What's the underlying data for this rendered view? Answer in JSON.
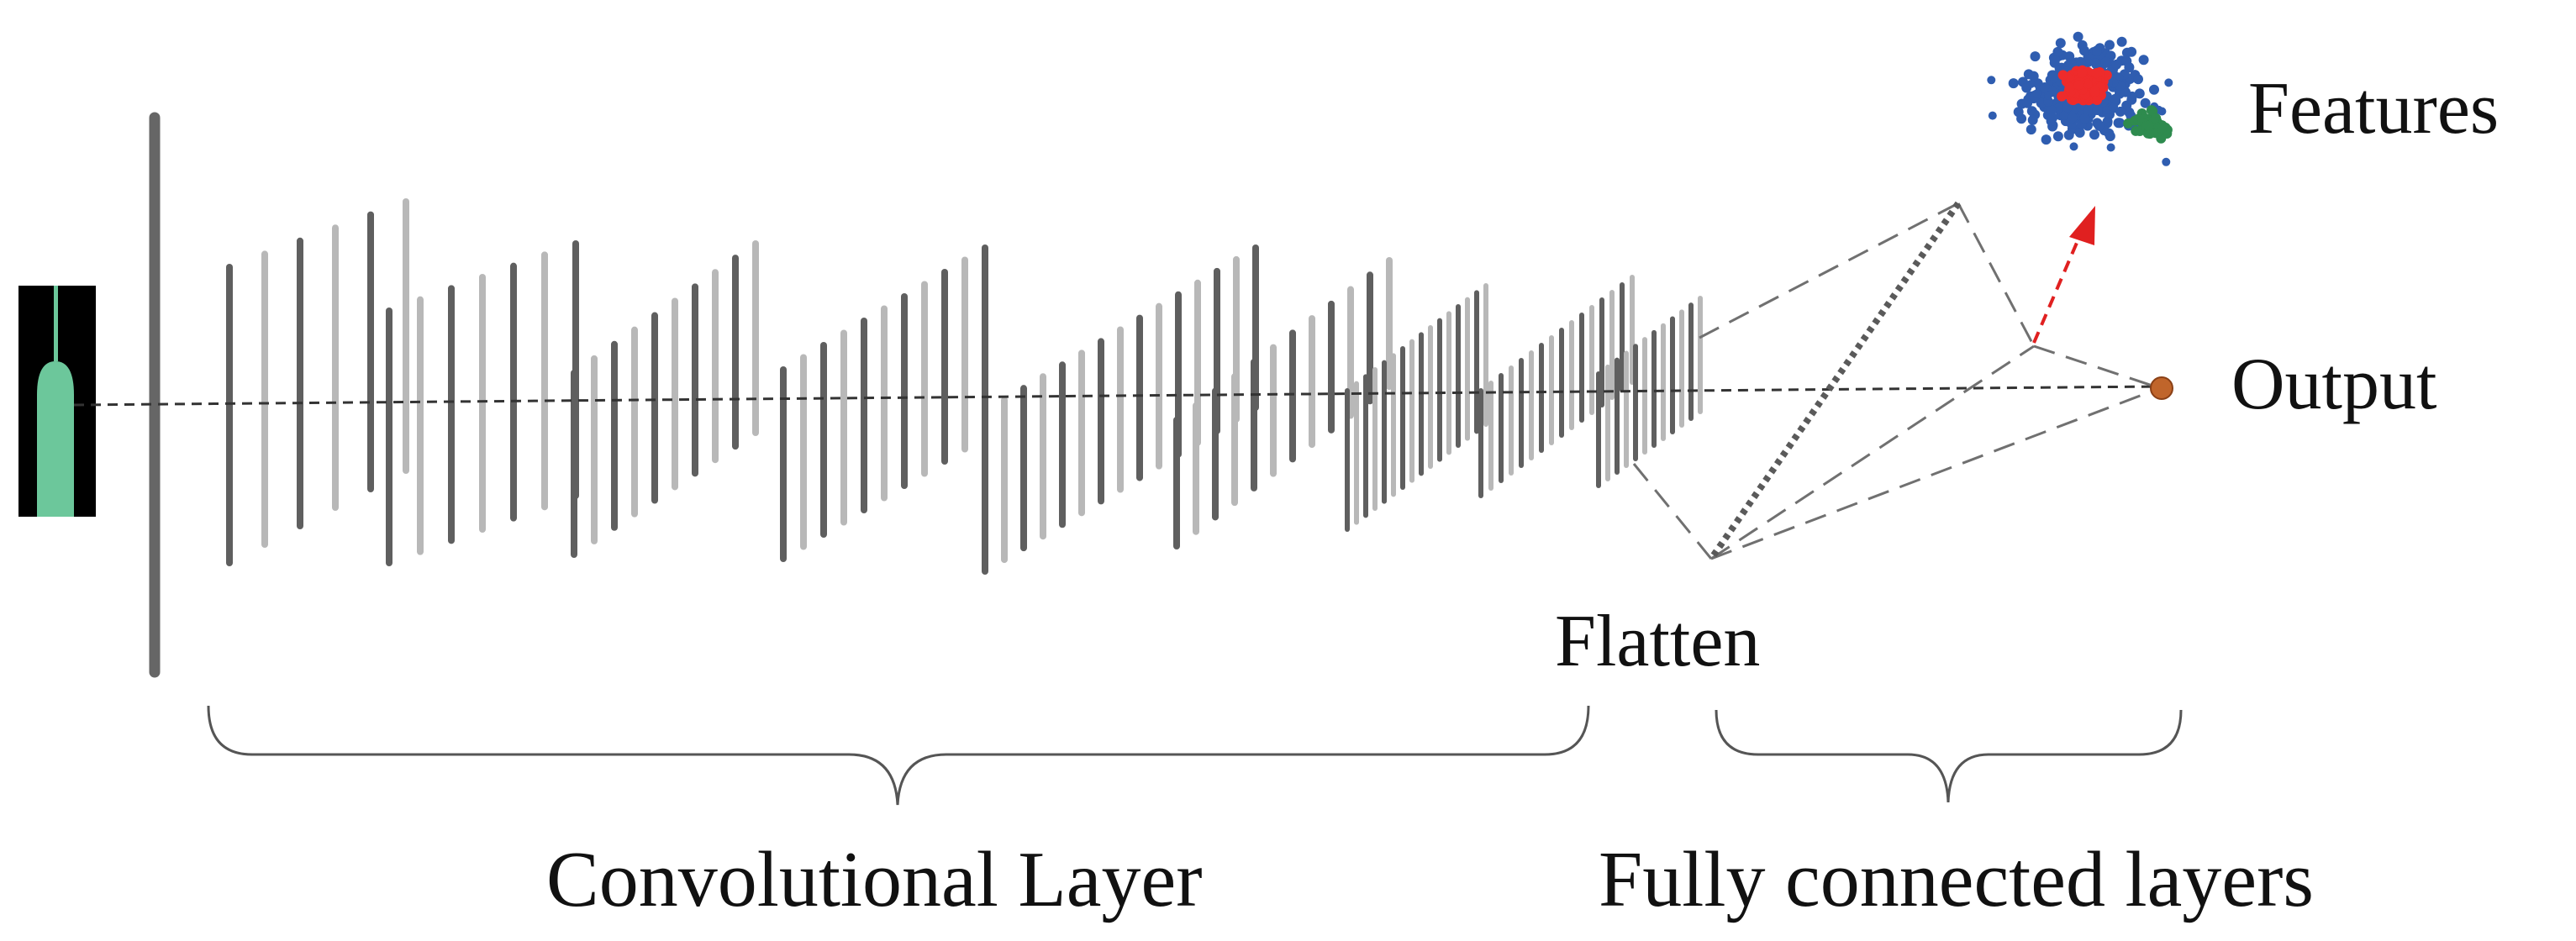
{
  "labels": {
    "features": "Features",
    "output": "Output",
    "flatten": "Flatten",
    "convolutional_layer": "Convolutional Layer",
    "fully_connected_layers": "Fully connected layers"
  },
  "colors": {
    "bar_dark": "#5f5f5f",
    "bar_light": "#b8b8b8",
    "input_green": "#6cc79b",
    "input_bg": "#000000",
    "output_node": "#c0652b",
    "arrow_red": "#e02020",
    "cluster_blue": "#2f5db0",
    "cluster_red": "#ee2b2b",
    "cluster_green": "#2e8b4e",
    "dashed_line": "#707070",
    "brace": "#555555"
  }
}
